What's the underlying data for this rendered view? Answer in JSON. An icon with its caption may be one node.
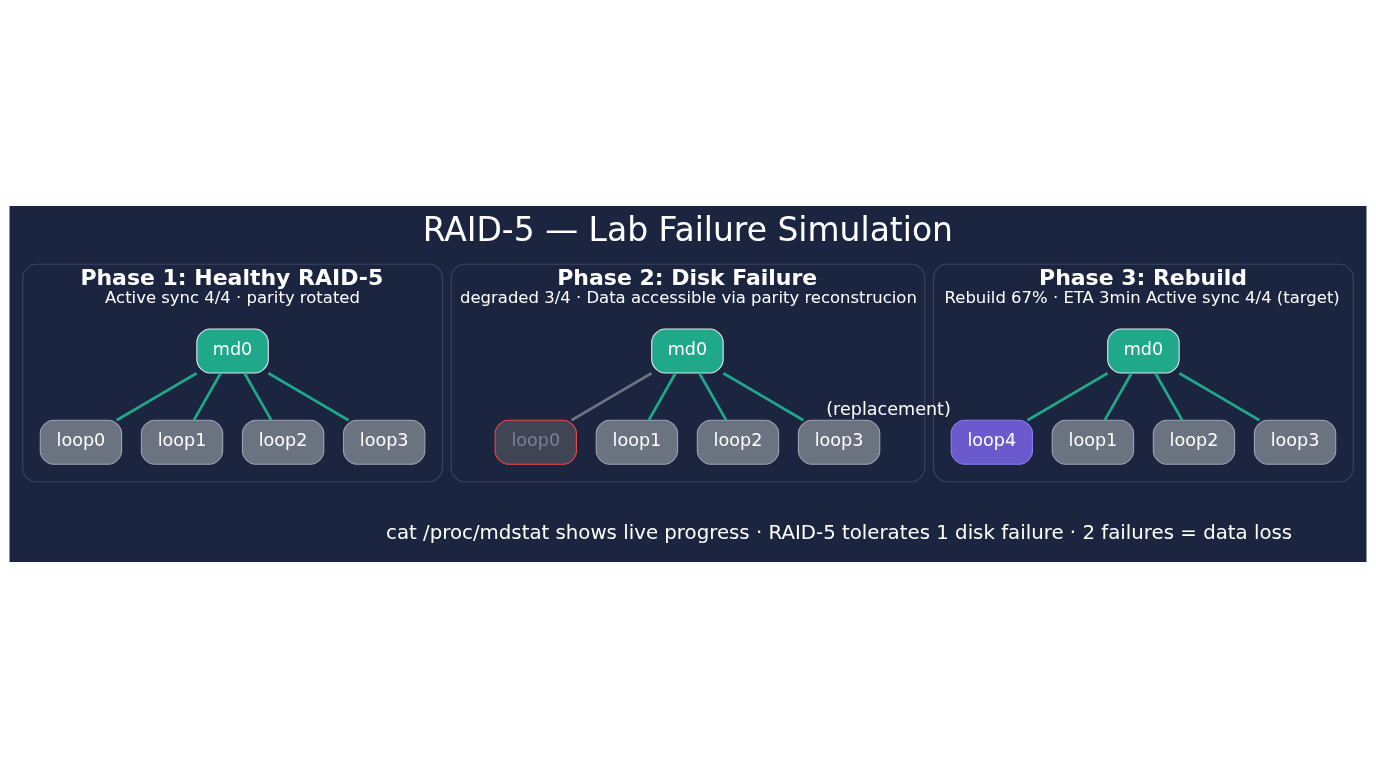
{
  "diagram": {
    "title": "RAID-5 — Lab Failure Simulation",
    "nodes": [
      {
        "text": [
          "Phase 1: Healthy RAID-5",
          "Active sync 4/4 · parity rotated"
        ]
      },
      {
        "text": [
          "md0"
        ],
        "in": 0
      },
      {
        "text": [
          "loop0"
        ],
        "in": 0
      },
      {
        "text": [
          "loop1"
        ],
        "in": 0
      },
      {
        "text": [
          "loop2"
        ],
        "in": 0
      },
      {
        "text": [
          "loop3"
        ],
        "in": 0
      },
      {
        "text": [
          "Phase 2: Disk Failure",
          "degraded 3/4 · Data accessible via parity reconstrucion"
        ]
      },
      {
        "text": [
          "md0"
        ],
        "in": 6
      },
      {
        "text": [
          "loop0"
        ],
        "in": 6
      },
      {
        "text": [
          "loop1"
        ],
        "in": 6
      },
      {
        "text": [
          "loop2"
        ],
        "in": 6
      },
      {
        "text": [
          "loop3"
        ],
        "in": 6
      },
      {
        "text": [
          "Phase 3: Rebuild",
          "Rebuild 67% · ETA 3min Active sync 4/4 (target)"
        ]
      },
      {
        "text": [
          "md0"
        ],
        "in": 12
      },
      {
        "text": [
          "loop4"
        ],
        "in": 12,
        "beside": [
          "(replacement)"
        ]
      },
      {
        "text": [
          "loop1"
        ],
        "in": 12
      },
      {
        "text": [
          "loop2"
        ],
        "in": 12
      },
      {
        "text": [
          "loop3"
        ],
        "in": 12
      }
    ],
    "edges": [
      {
        "from": 1,
        "to": 2,
        "arrow": "none"
      },
      {
        "from": 1,
        "to": 3,
        "arrow": "none"
      },
      {
        "from": 1,
        "to": 4,
        "arrow": "none"
      },
      {
        "from": 1,
        "to": 5,
        "arrow": "none"
      },
      {
        "from": 7,
        "to": 8,
        "arrow": "none",
        "color": "#6b7280"
      },
      {
        "from": 7,
        "to": 9,
        "arrow": "none"
      },
      {
        "from": 7,
        "to": 10,
        "arrow": "none"
      },
      {
        "from": 7,
        "to": 11,
        "arrow": "none"
      },
      {
        "from": 13,
        "to": 14,
        "arrow": "none"
      },
      {
        "from": 13,
        "to": 15,
        "arrow": "none"
      },
      {
        "from": 13,
        "to": 16,
        "arrow": "none"
      },
      {
        "from": 13,
        "to": 17,
        "arrow": "none"
      }
    ],
    "labels": [
      "cat /proc/mdstat shows live progress · RAID-5 tolerates 1 disk failure · 2 failures = data loss"
    ]
  }
}
